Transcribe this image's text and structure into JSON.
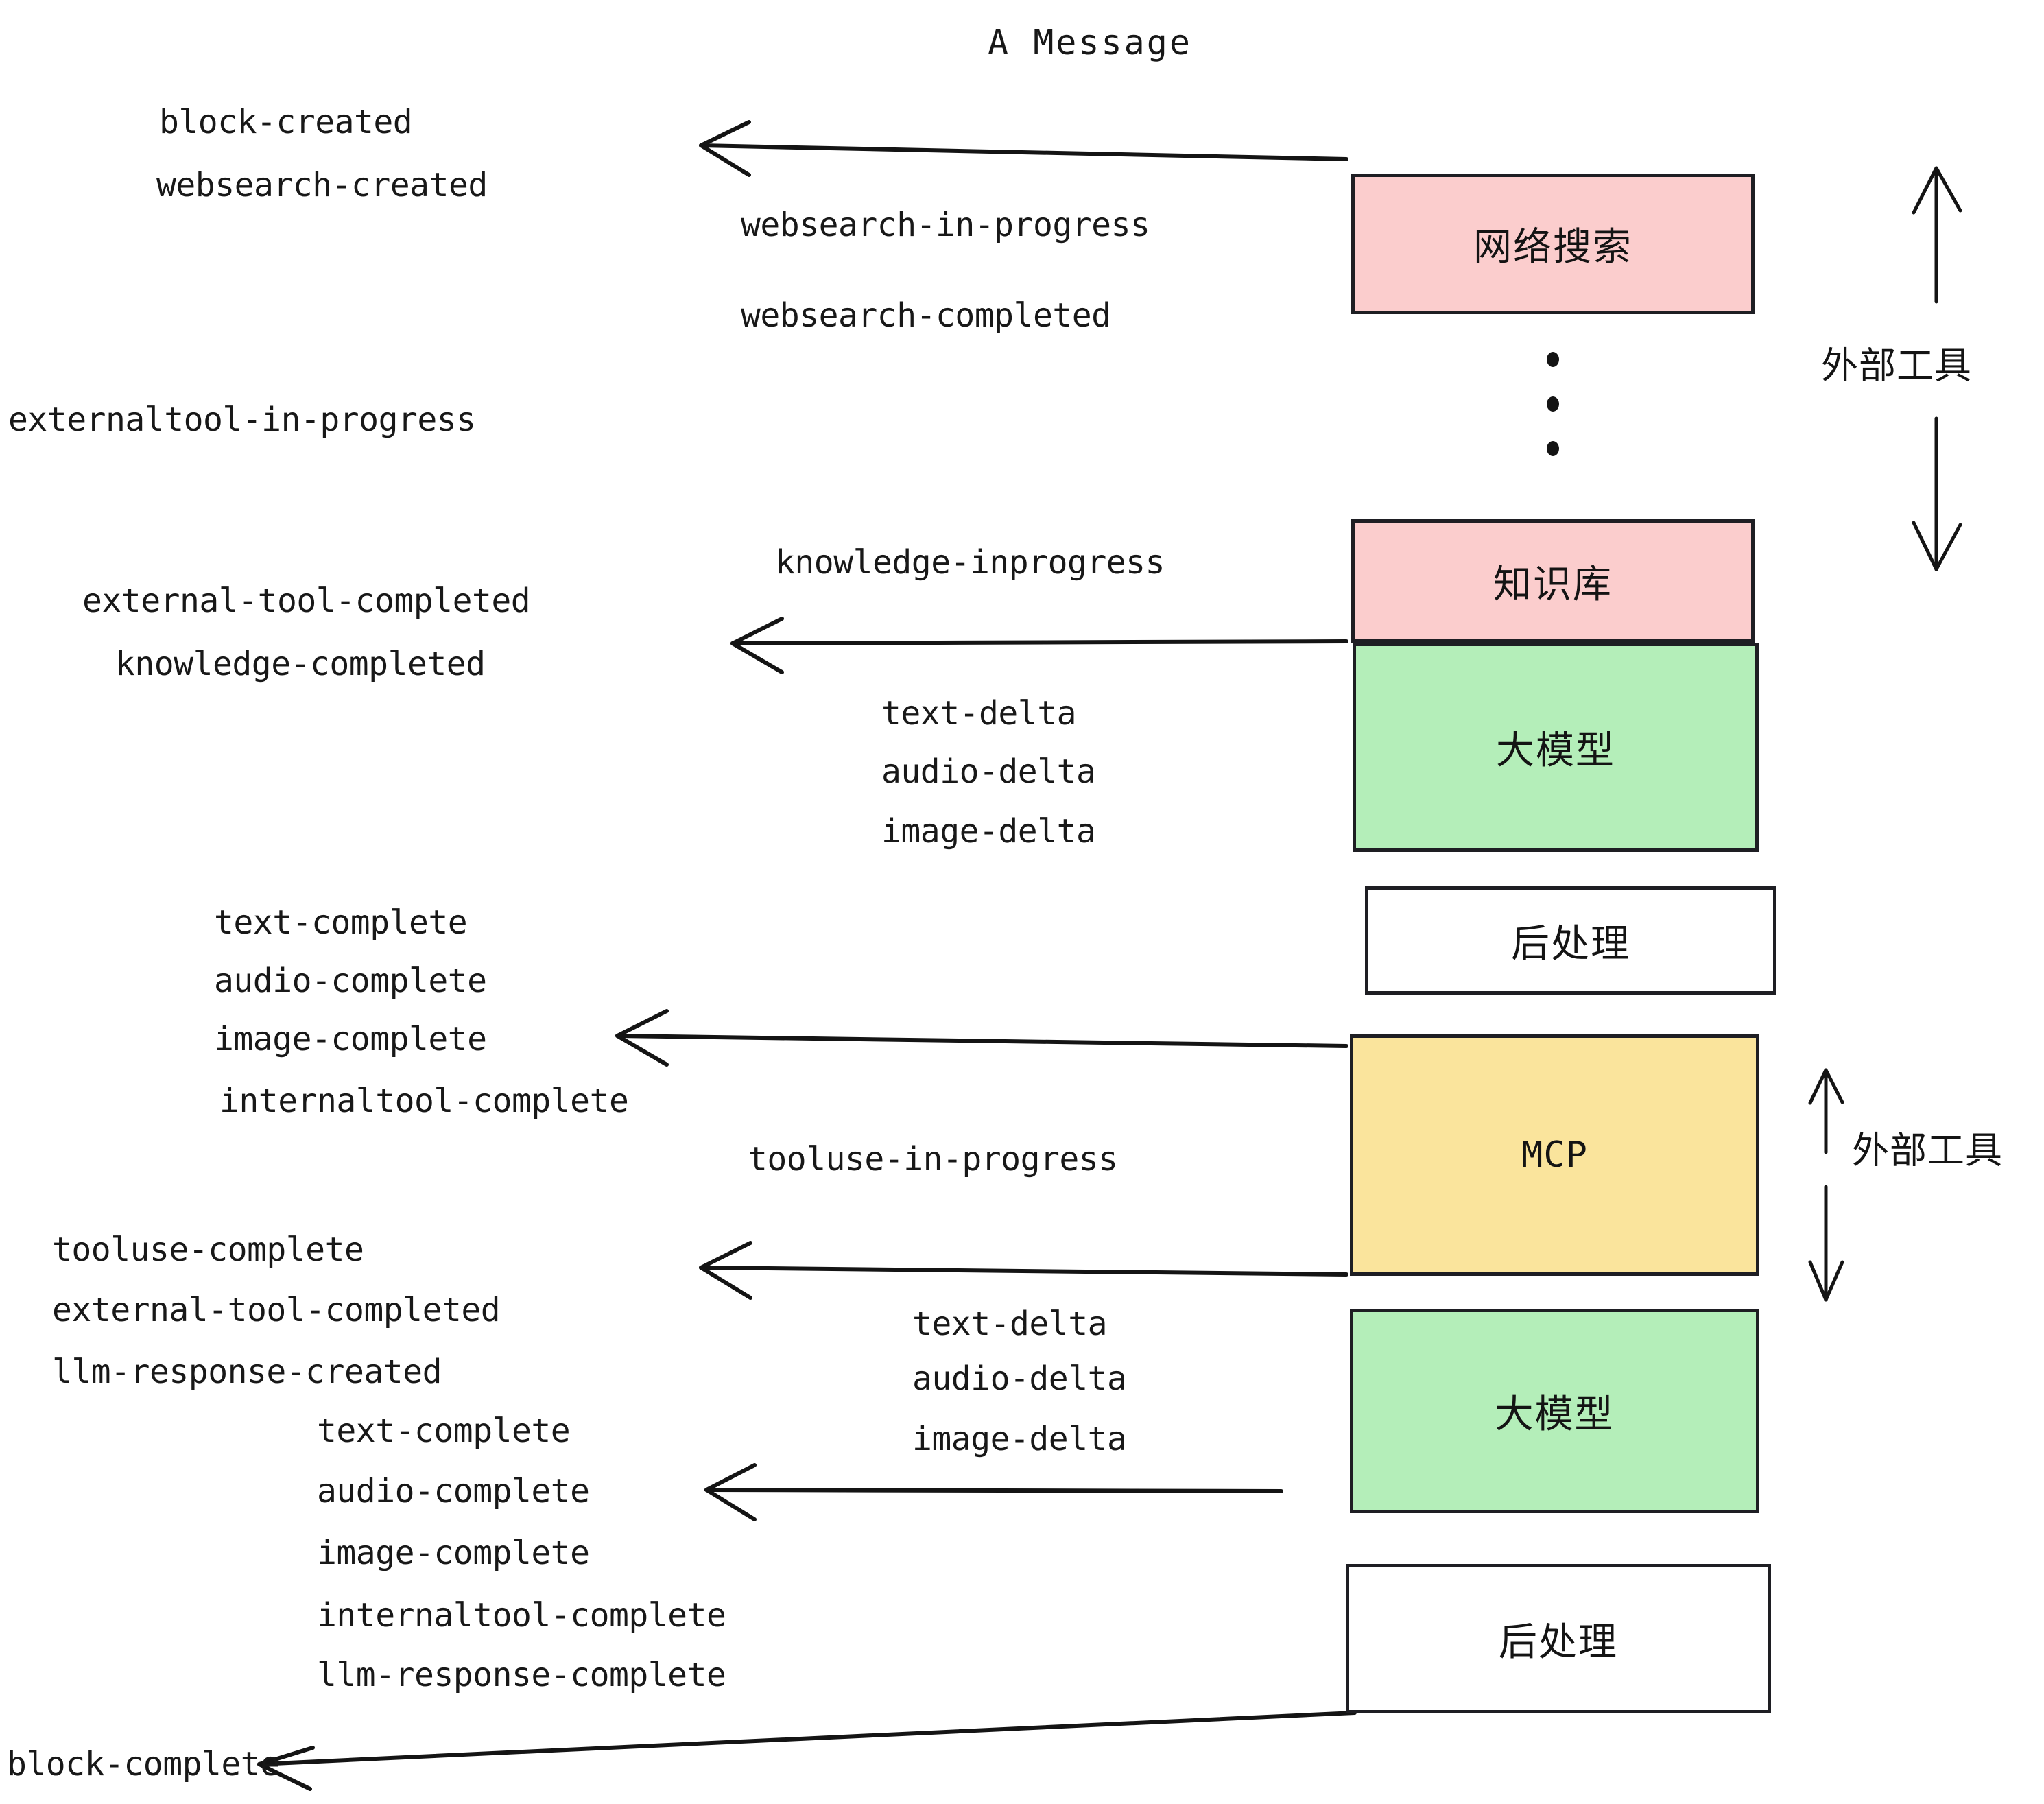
{
  "diagram": {
    "title": "A Message",
    "colors": {
      "pink": "#fbcdcd",
      "green": "#b4eeb9",
      "yellow": "#fae49c",
      "white": "#ffffff",
      "stroke": "#1e1e23",
      "text": "#141414"
    }
  },
  "nodes": [
    {
      "id": "websearch",
      "label": "网络搜索",
      "fill": "pink"
    },
    {
      "id": "knowledge",
      "label": "知识库",
      "fill": "pink"
    },
    {
      "id": "llm-top",
      "label": "大模型",
      "fill": "green"
    },
    {
      "id": "postprocess-1",
      "label": "后处理",
      "fill": "white"
    },
    {
      "id": "mcp",
      "label": "MCP",
      "fill": "yellow"
    },
    {
      "id": "llm-bottom",
      "label": "大模型",
      "fill": "green"
    },
    {
      "id": "postprocess-2",
      "label": "后处理",
      "fill": "white"
    }
  ],
  "group_labels": {
    "external_tools_top": "外部工具",
    "external_tools_bottom": "外部工具"
  },
  "events": {
    "block_created": "block-created",
    "websearch_created": "websearch-created",
    "websearch_in_progress": "websearch-in-progress",
    "websearch_completed": "websearch-completed",
    "externaltool_in_progress": "externaltool-in-progress",
    "knowledge_inprogress": "knowledge-inprogress",
    "external_tool_completed_1": "external-tool-completed",
    "knowledge_completed": "knowledge-completed",
    "text_delta_1": "text-delta",
    "audio_delta_1": "audio-delta",
    "image_delta_1": "image-delta",
    "text_complete_1": "text-complete",
    "audio_complete_1": "audio-complete",
    "image_complete_1": "image-complete",
    "internaltool_complete_1": "internaltool-complete",
    "tooluse_in_progress": "tooluse-in-progress",
    "tooluse_complete": "tooluse-complete",
    "external_tool_completed_2": "external-tool-completed",
    "llm_response_created": "llm-response-created",
    "text_delta_2": "text-delta",
    "audio_delta_2": "audio-delta",
    "image_delta_2": "image-delta",
    "text_complete_2": "text-complete",
    "audio_complete_2": "audio-complete",
    "image_complete_2": "image-complete",
    "internaltool_complete_2": "internaltool-complete",
    "llm_response_complete": "llm-response-complete",
    "block_complete": "block-complete"
  }
}
